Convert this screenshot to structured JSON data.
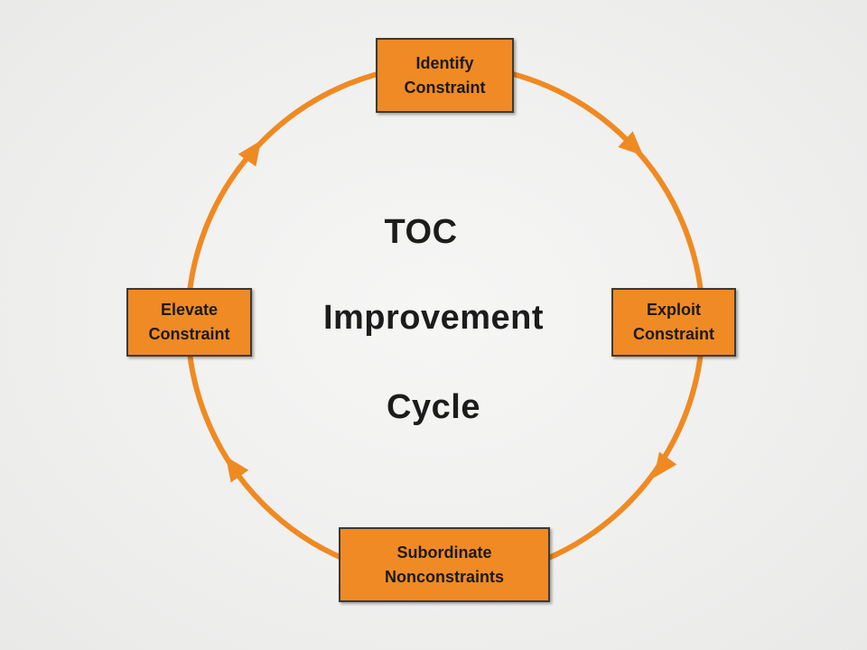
{
  "diagram": {
    "nodes": {
      "identify": "Identify\nConstraint",
      "exploit": "Exploit\nConstraint",
      "subordinate": "Subordinate\nNonconstraints",
      "elevate": "Elevate\nConstraint"
    },
    "center": {
      "line1": "TOC",
      "line2": "Improvement",
      "line3": "Cycle"
    },
    "colors": {
      "box_fill": "#f08a24",
      "cycle_stroke": "#ef8a22",
      "box_border": "#3a3a3a",
      "text": "#1c1c1c"
    }
  }
}
